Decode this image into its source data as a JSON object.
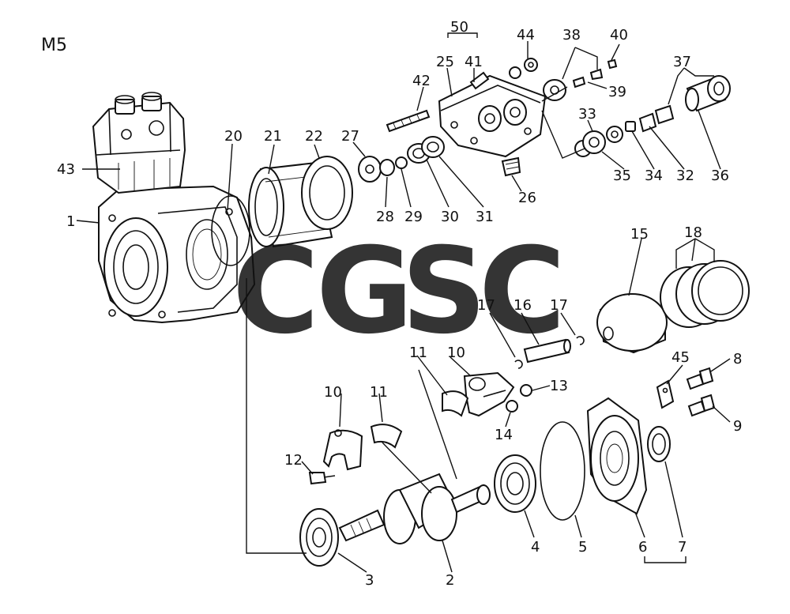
{
  "diagram": {
    "title": "M5",
    "labels": [
      "1",
      "2",
      "3",
      "4",
      "5",
      "6",
      "7",
      "8",
      "9",
      "10",
      "10",
      "11",
      "11",
      "12",
      "13",
      "14",
      "15",
      "16",
      "17",
      "17",
      "18",
      "20",
      "21",
      "22",
      "25",
      "26",
      "27",
      "28",
      "29",
      "30",
      "31",
      "32",
      "33",
      "34",
      "35",
      "36",
      "37",
      "38",
      "39",
      "40",
      "41",
      "42",
      "43",
      "44",
      "45",
      "50"
    ]
  },
  "watermark": {
    "letters": [
      "C",
      "G",
      "S",
      "C"
    ],
    "colors": [
      "#7aa7f7",
      "#f29a92",
      "#f8d67a",
      "#7cc79a"
    ]
  }
}
